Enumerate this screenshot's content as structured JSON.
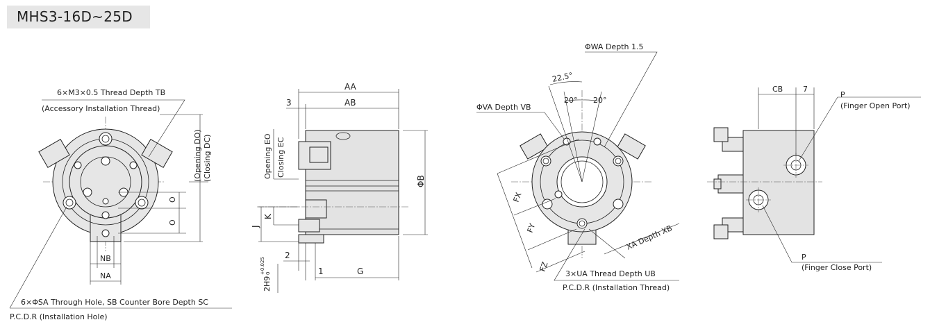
{
  "title": "MHS3-16D~25D",
  "view1": {
    "thread_line1": "6×M3×0.5 Thread Depth TB",
    "thread_line2": "(Accessory Installation Thread)",
    "opening_do": "(Opening DO)",
    "closing_dc": "(Closing DC)",
    "o_label_1": "O",
    "o_label_2": "O",
    "nb_label": "NB",
    "na_label": "NA",
    "hole_line1": "6×ΦSA Through Hole, SB Counter Bore Depth SC",
    "hole_line2": "P.C.D.R (Installation Hole)"
  },
  "view2": {
    "aa_label": "AA",
    "ab_label": "AB",
    "dim_3": "3",
    "opening_eo": "Opening EO",
    "closing_ec": "Closing EC",
    "phi_b": "ΦB",
    "j_label": "J",
    "k_label": "K",
    "dim_2": "2",
    "dim_1": "1",
    "g_label": "G",
    "h9_main": "2H9",
    "h9_upper": "+0.025",
    "h9_lower": "0"
  },
  "view3": {
    "wa_label": "ΦWA Depth 1.5",
    "angle_225": "22.5°",
    "angle_20a": "20°",
    "angle_20b": "20°",
    "va_label": "ΦVA Depth VB",
    "fx_label": "FX",
    "fy_label": "FY",
    "fz_label": "FZ",
    "xa_label": "XA Depth XB",
    "ua_line1": "3×UA Thread Depth UB",
    "ua_line2": "P.C.D.R (Installation Thread)"
  },
  "view4": {
    "cb_label": "CB",
    "dim_7": "7",
    "p_open": "P",
    "finger_open": "(Finger Open Port)",
    "p_close": "P",
    "finger_close": "(Finger Close Port)"
  }
}
